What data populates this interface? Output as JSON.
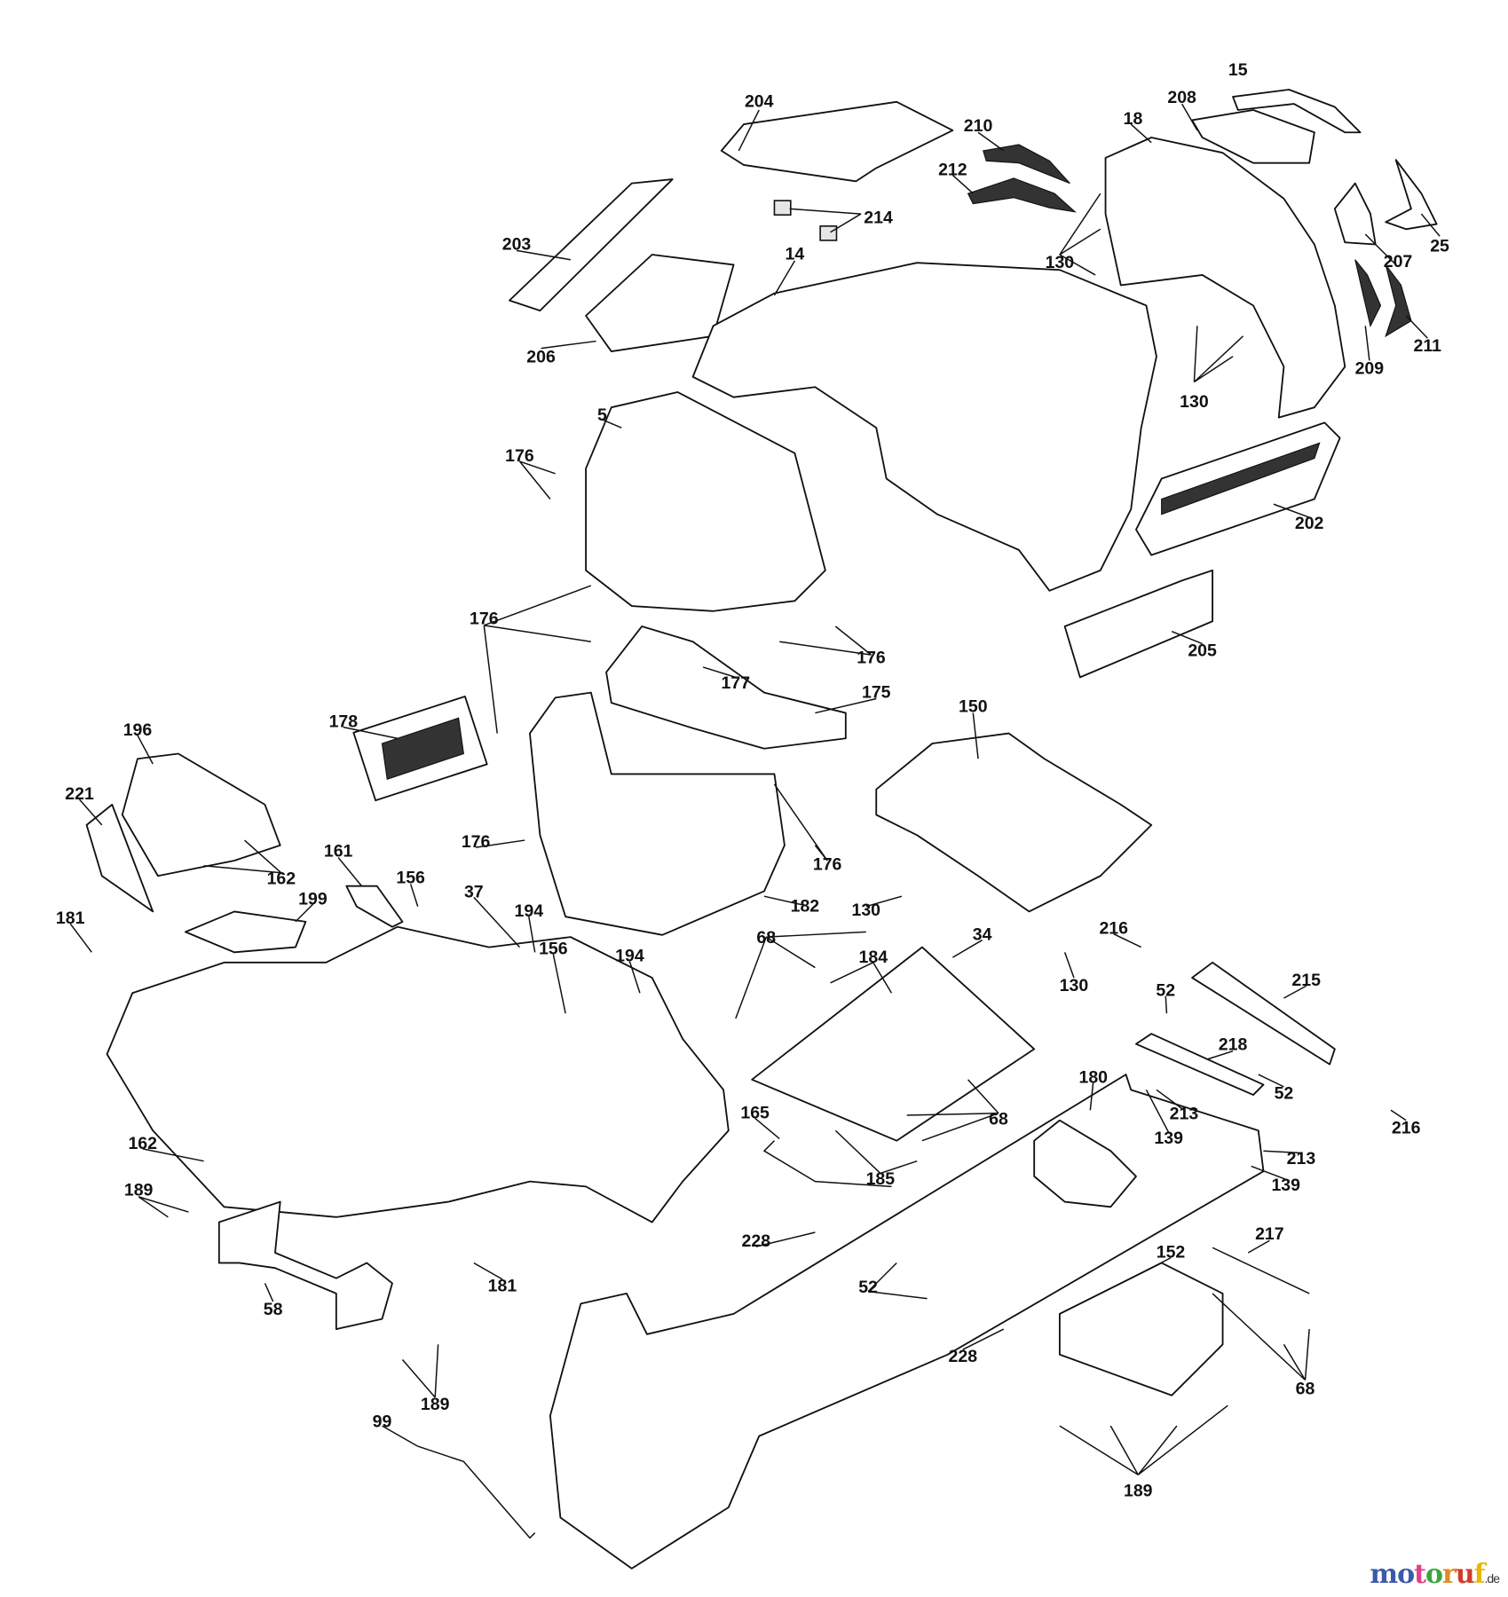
{
  "title": "Chassis / Hood parts diagram",
  "callouts": [
    "15",
    "204",
    "208",
    "18",
    "210",
    "212",
    "214",
    "203",
    "14",
    "130",
    "25",
    "207",
    "211",
    "209",
    "130",
    "206",
    "5",
    "176",
    "202",
    "176",
    "176",
    "177",
    "205",
    "175",
    "150",
    "178",
    "196",
    "221",
    "161",
    "176",
    "176",
    "162",
    "156",
    "181",
    "199",
    "37",
    "182",
    "130",
    "194",
    "34",
    "68",
    "156",
    "194",
    "216",
    "184",
    "130",
    "215",
    "52",
    "218",
    "180",
    "52",
    "68",
    "165",
    "213",
    "139",
    "216",
    "162",
    "213",
    "185",
    "139",
    "189",
    "217",
    "228",
    "152",
    "181",
    "52",
    "58",
    "68",
    "228",
    "189",
    "99",
    "189"
  ],
  "watermark": {
    "letters": [
      "m",
      "o",
      "t",
      "o",
      "r",
      "u",
      "f"
    ],
    "tld": ".de",
    "colors": [
      "#3b5aa8",
      "#3b5aa8",
      "#e0408a",
      "#3aa640",
      "#e08a20",
      "#d23a2a",
      "#e6b800"
    ]
  }
}
